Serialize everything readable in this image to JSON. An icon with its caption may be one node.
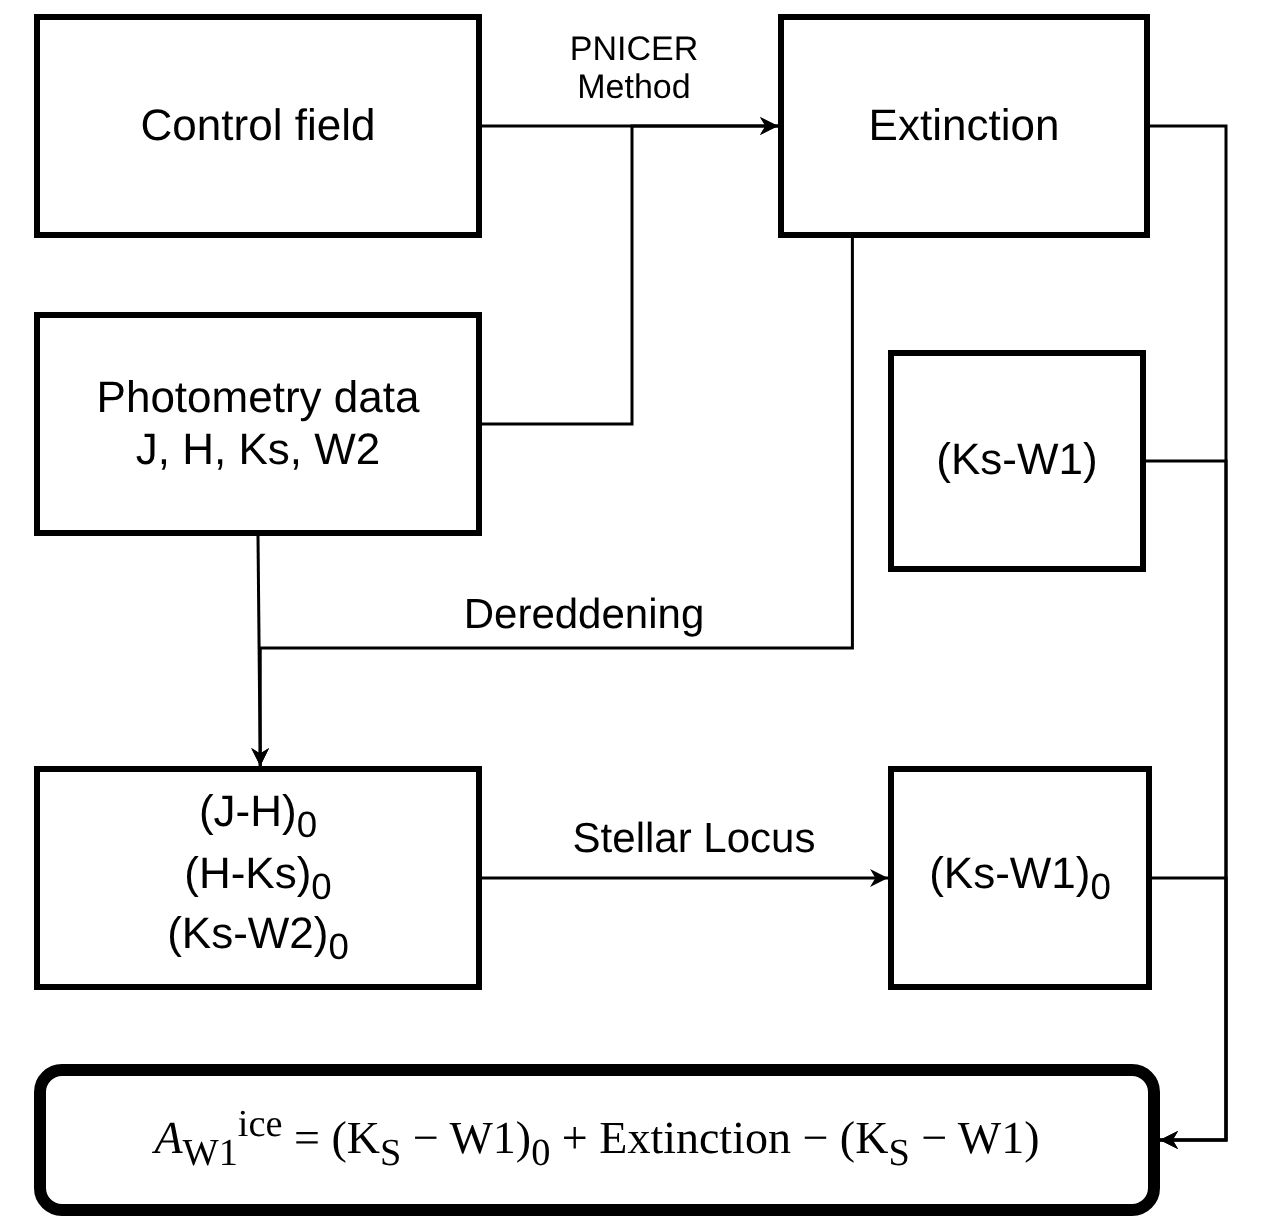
{
  "diagram": {
    "nodes": [
      {
        "text": [
          "Control field"
        ]
      },
      {
        "text": [
          "Extinction"
        ]
      },
      {
        "text": [
          "Photometry data J, H, Ks, W2"
        ]
      },
      {
        "text": [
          "(Ks-W1)"
        ]
      },
      {
        "text": [
          "(J-H)$_{0}$",
          "(H-Ks)$_{0}$",
          "(Ks-W2)$_{0}$"
        ]
      },
      {
        "text": [
          "(Ks-W1)$_{0}$"
        ]
      },
      {
        "text": [
          "*A*$_{W1}$$^{ice}$ = (K$_{S}$ − W1)$_{0}$ + Extinction − (K$_{S}$ − W1)"
        ]
      }
    ],
    "edges": [
      {
        "from": 0,
        "to": 1,
        "arrow": "to",
        "label": "PNICER Method"
      },
      {
        "from": 2,
        "to": 1,
        "arrow": "to"
      },
      {
        "from": 2,
        "to": 4,
        "arrow": "to"
      },
      {
        "from": 1,
        "to": 4,
        "arrow": "to",
        "label": "Dereddening"
      },
      {
        "from": 1,
        "to": 6,
        "arrow": "to"
      },
      {
        "from": 3,
        "to": 6,
        "arrow": "to"
      },
      {
        "from": 5,
        "to": 6,
        "arrow": "to"
      },
      {
        "from": 4,
        "to": 5,
        "arrow": "to",
        "label": "Stellar Locus"
      }
    ]
  }
}
